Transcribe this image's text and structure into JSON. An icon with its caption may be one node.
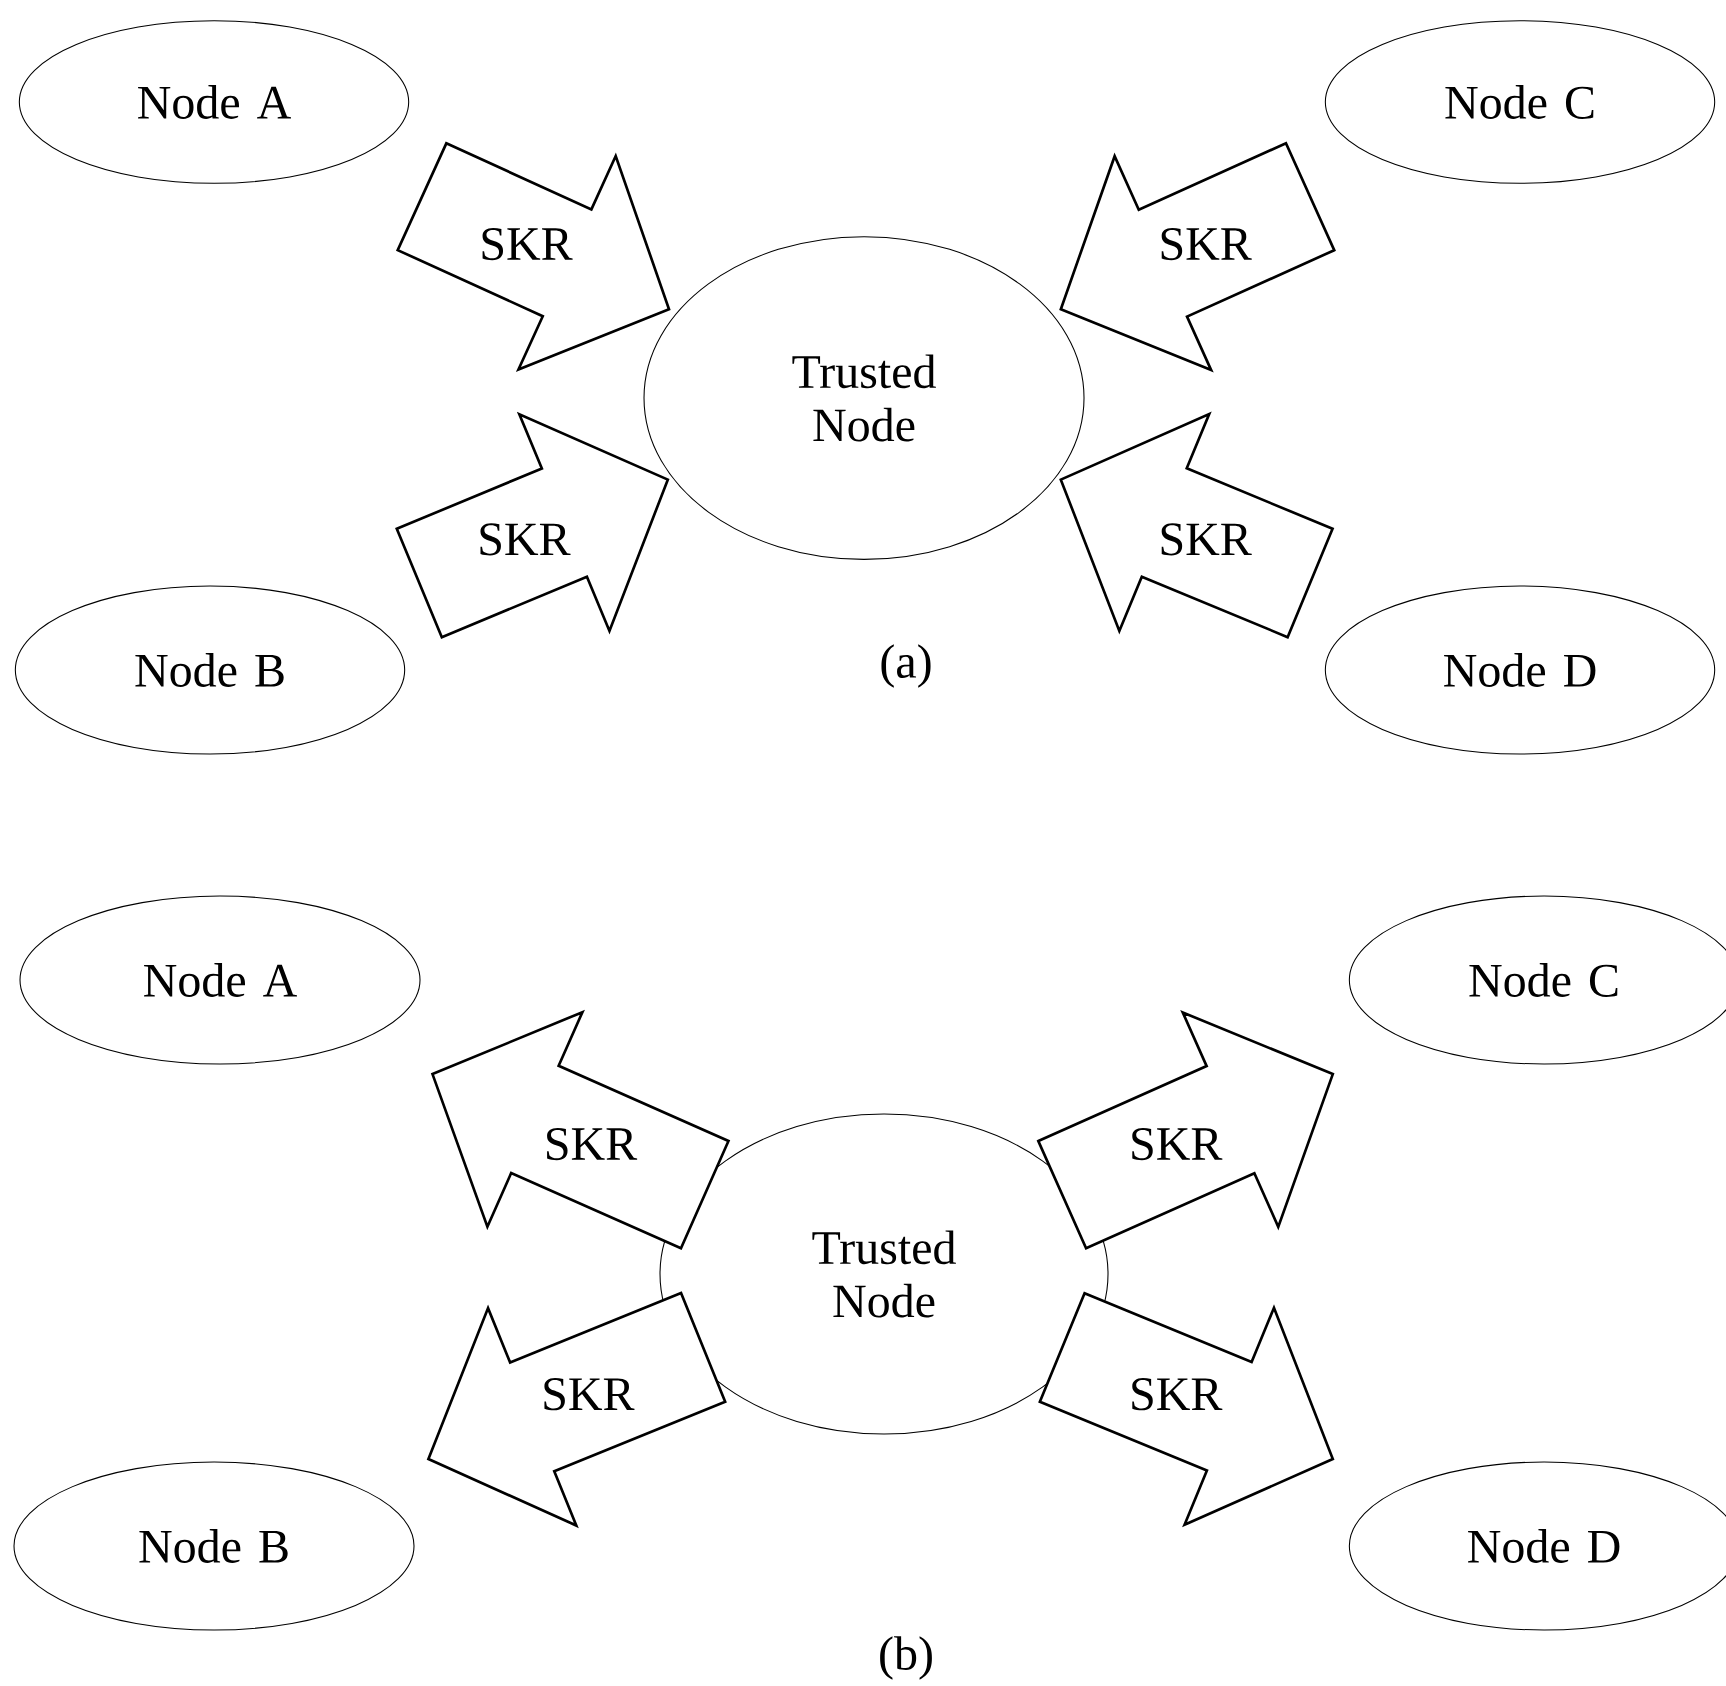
{
  "diagram": {
    "nodes": [
      {
        "text": [
          "Node A"
        ]
      },
      {
        "text": [
          "Node C"
        ]
      },
      {
        "text": [
          "Trusted Node"
        ]
      },
      {
        "text": [
          "Node B"
        ]
      },
      {
        "text": [
          "Node D"
        ]
      },
      {
        "text": [
          "Node A"
        ]
      },
      {
        "text": [
          "Node C"
        ]
      },
      {
        "text": [
          "Trusted Node"
        ]
      },
      {
        "text": [
          "Node B"
        ]
      },
      {
        "text": [
          "Node D"
        ]
      }
    ],
    "edges": [
      {
        "from": 0,
        "to": 2,
        "arrow": "to",
        "label": "SKR"
      },
      {
        "from": 1,
        "to": 2,
        "arrow": "to",
        "label": "SKR"
      },
      {
        "from": 3,
        "to": 2,
        "arrow": "to",
        "label": "SKR"
      },
      {
        "from": 4,
        "to": 2,
        "arrow": "to",
        "label": "SKR"
      },
      {
        "from": 7,
        "to": 5,
        "arrow": "to",
        "label": "SKR"
      },
      {
        "from": 7,
        "to": 6,
        "arrow": "to",
        "label": "SKR"
      },
      {
        "from": 7,
        "to": 8,
        "arrow": "to",
        "label": "SKR"
      },
      {
        "from": 7,
        "to": 9,
        "arrow": "to",
        "label": "SKR"
      }
    ],
    "labels": [
      "(a)",
      "(b)"
    ]
  }
}
